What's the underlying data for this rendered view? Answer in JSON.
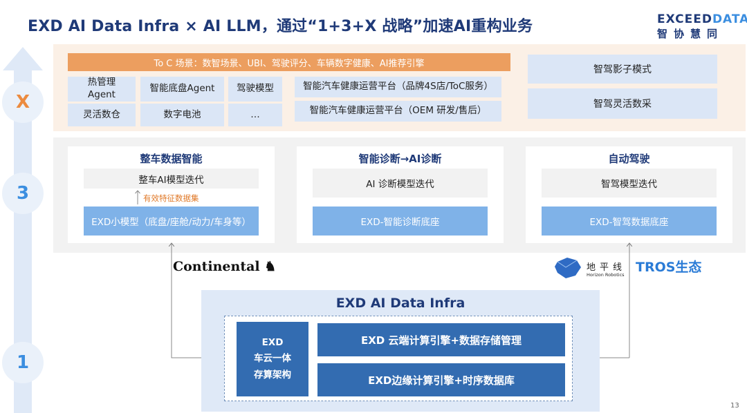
{
  "slide": {
    "title": "EXD AI Data Infra × AI LLM，通过“1+3+X 战略”加速AI重构业务",
    "page_number": "13"
  },
  "brand": {
    "name_part1": "EXCEED",
    "name_part2": "DATA",
    "name_cn": "智协慧同"
  },
  "levels": {
    "x": "X",
    "three": "3",
    "one": "1"
  },
  "x_section": {
    "toc_bar": "To C 场景：数智场景、UBI、驾驶评分、车辆数字健康、AI推荐引擎",
    "cells": {
      "thermal": "热管理\nAgent",
      "chassis": "智能底盘Agent",
      "driving_model": "驾驶模型",
      "flex_warehouse": "灵活数仓",
      "digital_battery": "数字电池",
      "ellipsis": "…",
      "platform_4s": "智能汽车健康运营平台（品牌4S店/ToC服务）",
      "platform_oem": "智能汽车健康运营平台（OEM 研发/售后）"
    },
    "right": {
      "shadow_mode": "智驾影子模式",
      "flex_collect": "智驾灵活数采"
    }
  },
  "three_section": {
    "vehicle": {
      "title": "整车数据智能",
      "iteration": "整车AI模型迭代",
      "note": "有效特征数据集",
      "base": "EXD小模型（底盘/座舱/动力/车身等）"
    },
    "diagnosis": {
      "title": "智能诊断→AI诊断",
      "iteration": "AI 诊断模型迭代",
      "base": "EXD-智能诊断底座"
    },
    "autonomous": {
      "title": "自动驾驶",
      "iteration": "智驾模型迭代",
      "base": "EXD-智驾数据底座"
    }
  },
  "partners": {
    "continental": "Continental",
    "horizon_cn": "地平线",
    "horizon_en": "Horizon Robotics",
    "tros": "TROS生态"
  },
  "one_section": {
    "title": "EXD AI Data Infra",
    "vehicle_cloud": [
      "EXD",
      "车云一体",
      "存算架构"
    ],
    "cloud_engine": "EXD 云端计算引擎+数据存储管理",
    "edge_engine": "EXD边缘计算引擎+时序数据库"
  },
  "colors": {
    "navy": "#1f3a78",
    "accent_blue": "#3b8ee0",
    "orange": "#ec8b3f",
    "light_blue": "#dbe6f6",
    "dark_blue": "#336cb1"
  }
}
